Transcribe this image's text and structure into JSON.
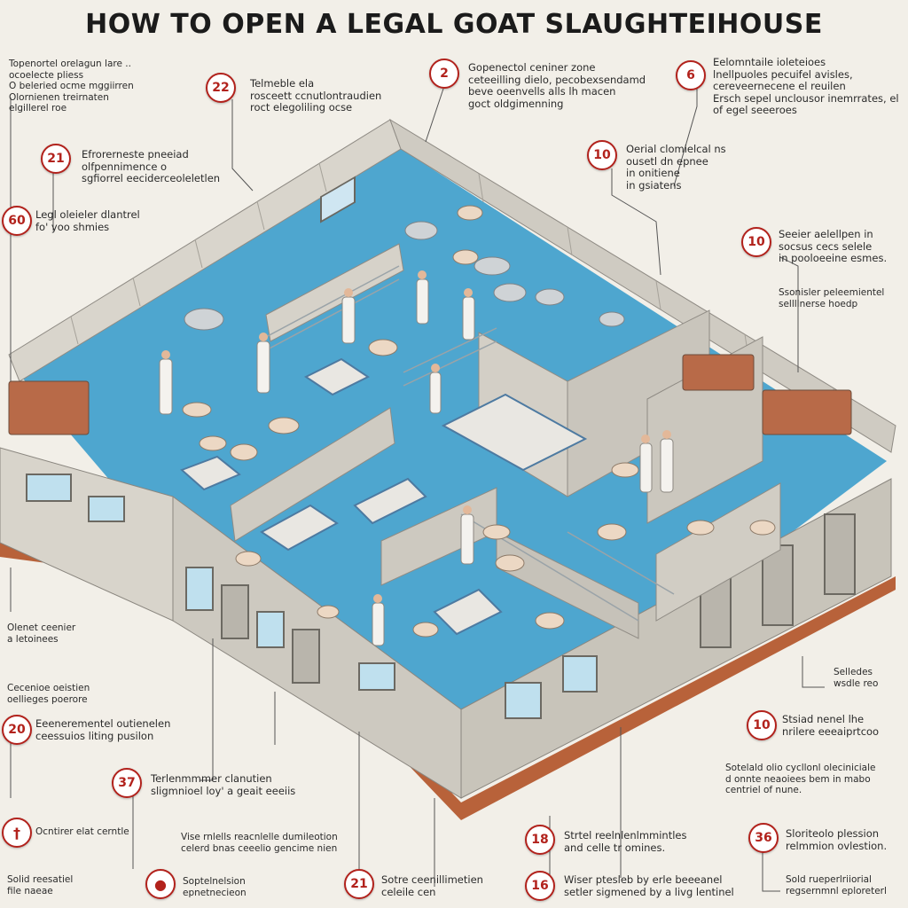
{
  "title": "HOW TO OPEN A LEGAL GOAT SLAUGHTEIHOUSE",
  "colors": {
    "accent": "#b2221c",
    "floor": "#4ea6cf",
    "wall": "#d8d4cb",
    "ground": "#b8623a",
    "background": "#f2efe8"
  },
  "callouts": [
    {
      "id": "c-top-left",
      "number": "",
      "text": "Topenortel orelagun lare ..\nocoelecte pliess\nO beleried ocme mggiirren\nOlornienen treirnaten\nelgillerel roe"
    },
    {
      "id": "c-22",
      "number": "22",
      "text": "Telmeble ela\nrosceett ccnutlontraudien\nroct elegoliling ocse"
    },
    {
      "id": "c-2",
      "number": "2",
      "text": "Gopenectol ceniner zone\nceteeilling dielo, pecobexsendamd\nbeve oeenvells alls lh macen\ngoct oldgimenning"
    },
    {
      "id": "c-6-top",
      "number": "6",
      "text": "Eelomntaile ioleteioes\nlnellpuoles pecuifel avisles,\ncereveernecene el reuilen\nErsch sepel unclousor inemrrates, el\nof egel seeeroes"
    },
    {
      "id": "c-21-top",
      "number": "21",
      "text": "Efrorerneste pneeiad\nolfpennimence o\nsgfiorrel eeciderceoleletlen"
    },
    {
      "id": "c-10-top",
      "number": "10",
      "text": "Oerial clomielcal ns\nousetl dn epnee\nin onitiene\nin gsiatens"
    },
    {
      "id": "c-60",
      "number": "60",
      "text": "Legl oleieler dlantrel\nfo' yoo shmies"
    },
    {
      "id": "c-10-right",
      "number": "10",
      "text": "Seeier aelellpen in\nsocsus cecs selele\nin pooloeeine esmes."
    },
    {
      "id": "c-right-mid",
      "number": "",
      "text": "Ssonisler peleemientel\nsellllnerse hoedp"
    },
    {
      "id": "c-left-mid",
      "number": "",
      "text": "Olenet ceenier\na letoinees"
    },
    {
      "id": "c-left-mid2",
      "number": "",
      "text": "Cecenioe oeistien\noellieges poerore"
    },
    {
      "id": "c-20",
      "number": "20",
      "text": "Eeenerementel outienelen\nceessuios liting pusilon"
    },
    {
      "id": "c-right-low",
      "number": "",
      "text": "Selledes\nwsdle reo"
    },
    {
      "id": "c-10-low",
      "number": "10",
      "text": "Stsiad nenel lhe\nnrilere eeeaiprtcoo"
    },
    {
      "id": "c-37",
      "number": "37",
      "text": "Terlenmmmer clanutien\nsligmnioel loy' a geait eeeiis"
    },
    {
      "id": "c-right-low2",
      "number": "",
      "text": "Sotelald olio cycllonl oleciniciale\nd onnte neaoiees bem in mabo\ncentriel of nune."
    },
    {
      "id": "c-tool",
      "number": "",
      "text": "Ocntirer elat cerntle"
    },
    {
      "id": "c-bottom-mid",
      "number": "",
      "text": "Vise rnlells reacnlelle dumileotion\ncelerd bnas ceeelio gencime nien"
    },
    {
      "id": "c-18",
      "number": "18",
      "text": "Strtel reelnlenlmmintles\nand celle tr omines."
    },
    {
      "id": "c-36",
      "number": "36",
      "text": "Sloriteolo plession\nrelmmion ovlestion."
    },
    {
      "id": "c-bottom-left",
      "number": "",
      "text": "Solid reesatiel\nfile naeae"
    },
    {
      "id": "c-meat",
      "number": "",
      "text": "Soptelnelsion\nepnetnecieon"
    },
    {
      "id": "c-21-bottom",
      "number": "21",
      "text": "Sotre ceenillimetien\nceleile cen"
    },
    {
      "id": "c-16",
      "number": "16",
      "text": "Wiser ptesleb by erle beeeanel\nsetler sigmened by a livg lentinel"
    },
    {
      "id": "c-bottom-right",
      "number": "",
      "text": "Sold rueperlriiorial\nregsernmnl eploreterl"
    }
  ]
}
